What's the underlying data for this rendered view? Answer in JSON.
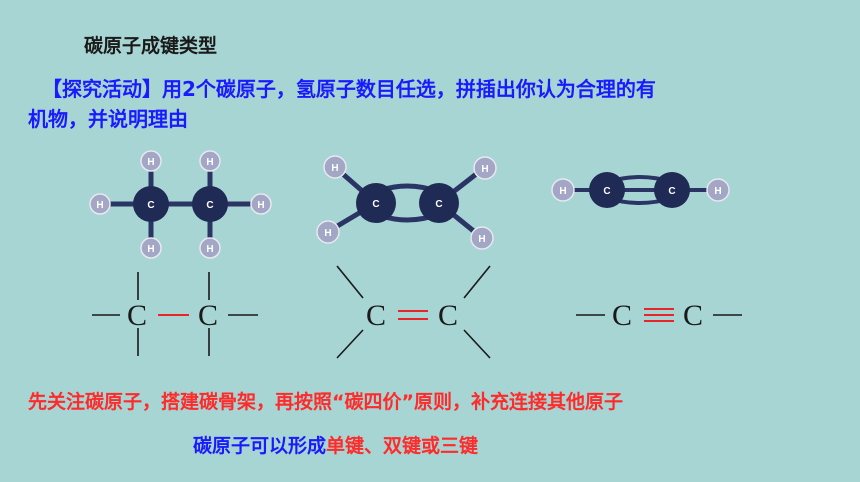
{
  "title": "碳原子成键类型",
  "activity": {
    "line1": "【探究活动】用2个碳原子，氢原子数目任选，拼插出你认为合理的有",
    "line2": "机物，并说明理由"
  },
  "atoms": {
    "carbon": "C",
    "hydrogen": "H"
  },
  "note": "先关注碳原子，搭建碳骨架，再按照“碳四价”原则，补充连接其他原子",
  "summary": {
    "prefix": "碳原子可以形成",
    "bond_types": "单键、双键或三键"
  },
  "colors": {
    "background": "#a7d5d3",
    "carbon": "#1f2a55",
    "hydrogen": "#a3a6c4",
    "bond_highlight": "#e8262a",
    "blue_text": "#1a1aff",
    "red_text": "#ff2a2a"
  }
}
